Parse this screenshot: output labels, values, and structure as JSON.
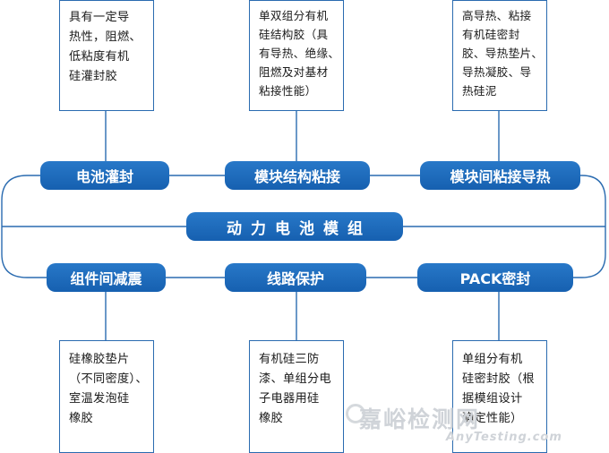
{
  "center": {
    "label": "动力电池模组"
  },
  "top_row": [
    {
      "label": "电池灌封",
      "lines": [
        "具有一定导",
        "热性，阻燃、",
        "低粘度有机",
        "硅灌封胶"
      ]
    },
    {
      "label": "模块结构粘接",
      "lines": [
        "单双组分有机",
        "硅结构胶（具",
        "有导热、绝缘、",
        "阻燃及对基材",
        "粘接性能）"
      ]
    },
    {
      "label": "模块间粘接导热",
      "lines": [
        "高导热、粘接",
        "有机硅密封",
        "胶、导热垫片、",
        "导热凝胶、导",
        "热硅泥"
      ]
    }
  ],
  "bottom_row": [
    {
      "label": "组件间减震",
      "lines": [
        "硅橡胶垫片",
        "（不同密度）、",
        "室温发泡硅",
        "橡胶"
      ]
    },
    {
      "label": "线路保护",
      "lines": [
        "有机硅三防",
        "漆、单组分电",
        "子电器用硅",
        "橡胶"
      ]
    },
    {
      "label": "PACK密封",
      "lines": [
        "单组分有机",
        "硅密封胶（根",
        "据模组设计",
        "确定性能）"
      ]
    }
  ],
  "watermark": {
    "cn": "嘉峪检测网",
    "en": "AnyTesting.com"
  },
  "colors": {
    "accent": "#1f6cb9",
    "line": "#2a6bb0"
  }
}
